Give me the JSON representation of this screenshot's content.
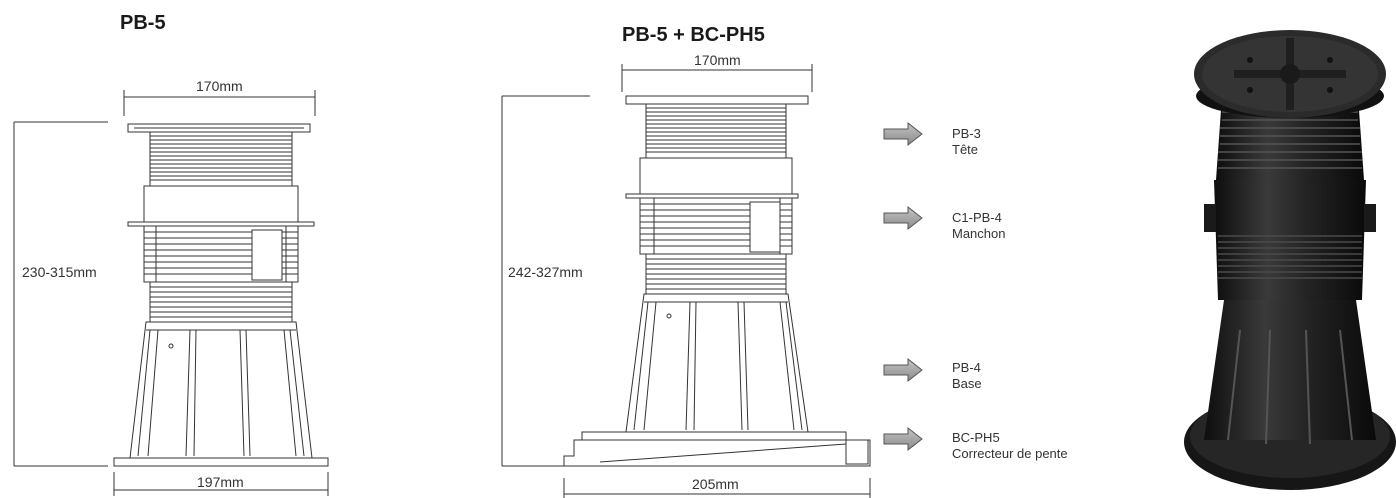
{
  "left_diagram": {
    "title": "PB-5",
    "width_top": "170mm",
    "height": "230-315mm",
    "width_base": "197mm"
  },
  "middle_diagram": {
    "title": "PB-5 + BC-PH5",
    "width_top": "170mm",
    "height": "242-327mm",
    "width_base": "205mm"
  },
  "callouts": [
    {
      "code": "PB-3",
      "name": "Tête"
    },
    {
      "code": "C1-PB-4",
      "name": "Manchon"
    },
    {
      "code": "PB-4",
      "name": "Base"
    },
    {
      "code": "BC-PH5",
      "name": "Correcteur de pente"
    }
  ],
  "colors": {
    "line": "#333333",
    "arrow_fill": "#9a9a9a",
    "photo_dark": "#1c1c1c"
  },
  "icons": [
    "right-arrow-icon"
  ]
}
